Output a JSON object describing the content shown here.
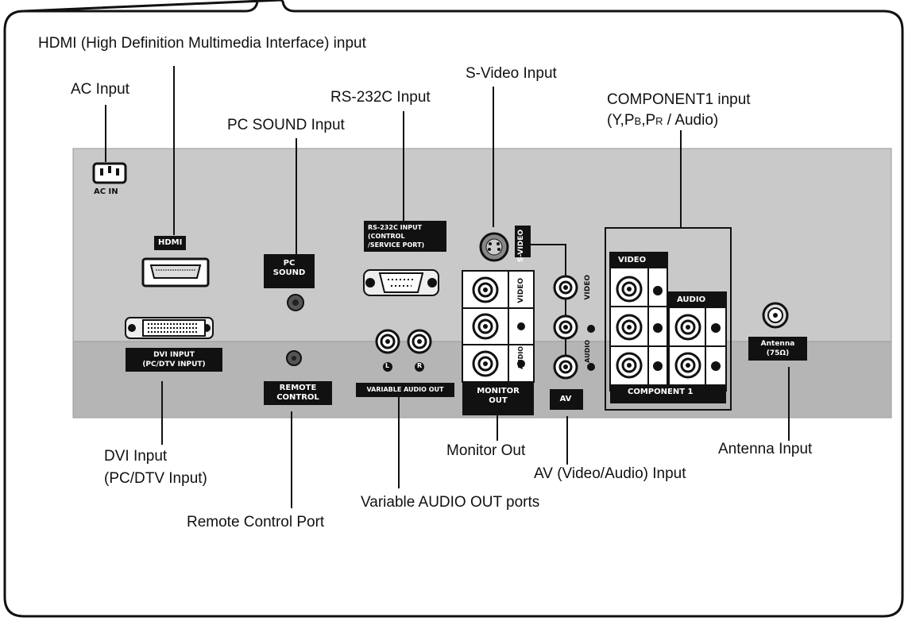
{
  "callouts": {
    "hdmi": "HDMI (High Definition Multimedia Interface) input",
    "ac": "AC Input",
    "pc_sound": "PC SOUND Input",
    "rs232": "RS-232C Input",
    "svideo": "S-Video Input",
    "component_line1": "COMPONENT1 input",
    "component_line2": "(Y,PB,PR / Audio)",
    "dvi_line1": "DVI Input",
    "dvi_line2": "(PC/DTV Input)",
    "remote": "Remote Control Port",
    "variable_audio": "Variable AUDIO OUT ports",
    "monitor_out": "Monitor Out",
    "av": "AV (Video/Audio) Input",
    "antenna": "Antenna Input"
  },
  "panel_labels": {
    "ac_in": "AC IN",
    "hdmi": "HDMI",
    "pc_sound": "PC\nSOUND",
    "rs232": "RS-232C INPUT\n(CONTROL\n/SERVICE PORT)",
    "svideo": "S-VIDEO",
    "dvi": "DVI INPUT\n(PC/DTV INPUT)",
    "remote": "REMOTE\nCONTROL",
    "variable_audio": "VARIABLE AUDIO OUT",
    "audio_l": "L",
    "audio_r": "R",
    "video": "VIDEO",
    "audio": "AUDIO",
    "monitor_out": "MONITOR\nOUT",
    "av": "AV",
    "component_video": "VIDEO",
    "component_audio": "AUDIO",
    "component": "COMPONENT 1",
    "antenna": "Antenna\n(75Ω)"
  },
  "colors": {
    "panel_upper": "#c9c9c9",
    "panel_lower": "#b3b3b3",
    "line": "#111111"
  }
}
